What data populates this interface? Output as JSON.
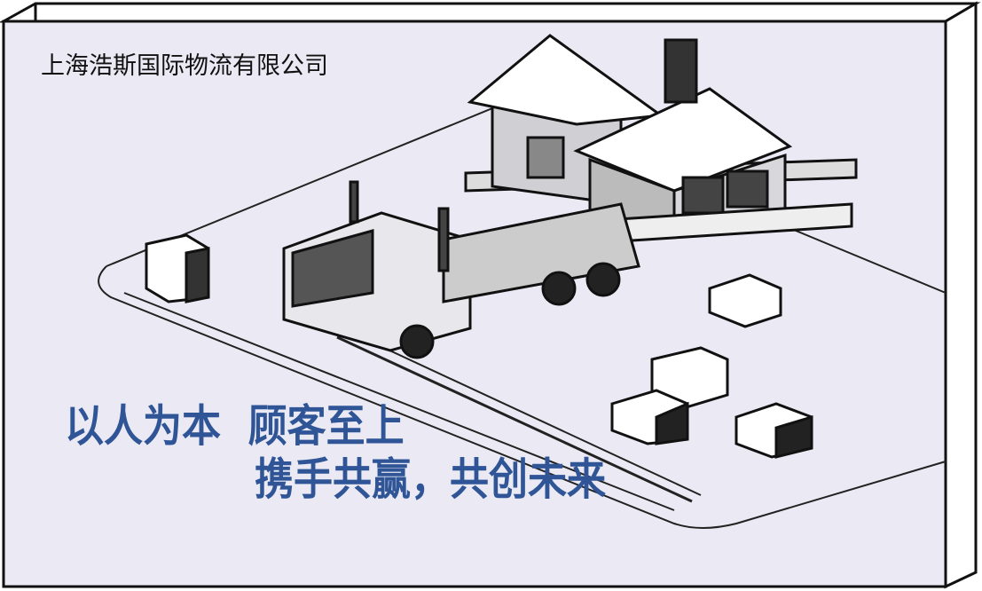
{
  "banner": {
    "company_name": "上海浩斯国际物流有限公司",
    "slogan_line1": "以人为本  顾客至上",
    "slogan_line2": "携手共赢，共创未来",
    "colors": {
      "slogan": "#2f5597",
      "background": "#ebeaf4",
      "company_text": "#111111"
    }
  }
}
